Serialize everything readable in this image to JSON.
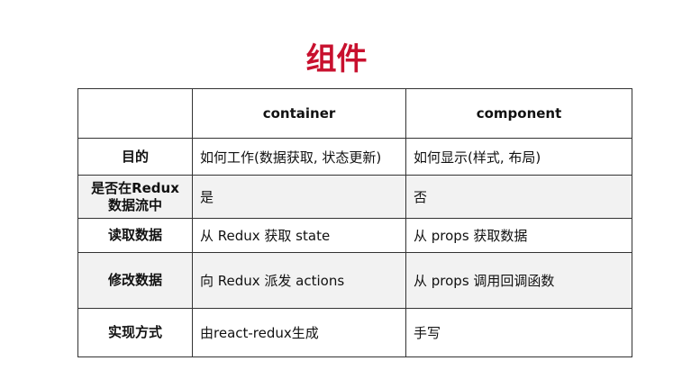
{
  "title": "组件",
  "table": {
    "headers": [
      "",
      "container",
      "component"
    ],
    "rows": [
      {
        "label": "目的",
        "container": "如何工作(数据获取, 状态更新)",
        "component": "如何显示(样式, 布局)"
      },
      {
        "label": "是否在Redux数据流中",
        "container": "是",
        "component": "否"
      },
      {
        "label": "读取数据",
        "container": "从 Redux 获取 state",
        "component": "从 props 获取数据"
      },
      {
        "label": "修改数据",
        "container": "向 Redux 派发 actions",
        "component": "从 props 调用回调函数"
      },
      {
        "label": "实现方式",
        "container": "由react-redux生成",
        "component": "手写"
      }
    ]
  }
}
